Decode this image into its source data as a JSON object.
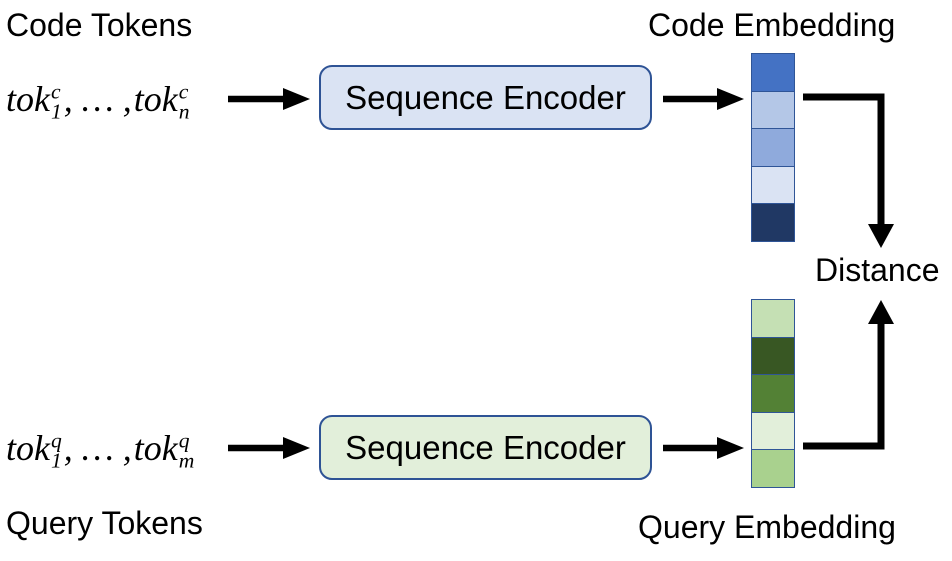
{
  "labels": {
    "code_tokens": "Code Tokens",
    "code_embedding": "Code Embedding",
    "distance": "Distance",
    "query_tokens": "Query Tokens",
    "query_embedding": "Query Embedding"
  },
  "math": {
    "code": {
      "base1": "tok",
      "sup1": "c",
      "sub1": "1",
      "separator": ", … ,",
      "base2": "tok",
      "sup2": "c",
      "sub2": "n"
    },
    "query": {
      "base1": "tok",
      "sup1": "q",
      "sub1": "1",
      "separator": ", … ,",
      "base2": "tok",
      "sup2": "q",
      "sub2": "m"
    }
  },
  "encoders": {
    "code": {
      "label": "Sequence Encoder",
      "fill": "#dae3f3",
      "border": "#2e5395"
    },
    "query": {
      "label": "Sequence Encoder",
      "fill": "#e2efda",
      "border": "#2e5395"
    }
  },
  "embeddings": {
    "code": {
      "cells": [
        "#4472c4",
        "#b4c7e7",
        "#8faadc",
        "#dae3f3",
        "#203864"
      ],
      "border": "#2f5597"
    },
    "query": {
      "cells": [
        "#c5e0b4",
        "#385723",
        "#538135",
        "#e2efda",
        "#a9d18e"
      ],
      "border": "#2f5597"
    }
  },
  "arrow_color": "#000000"
}
